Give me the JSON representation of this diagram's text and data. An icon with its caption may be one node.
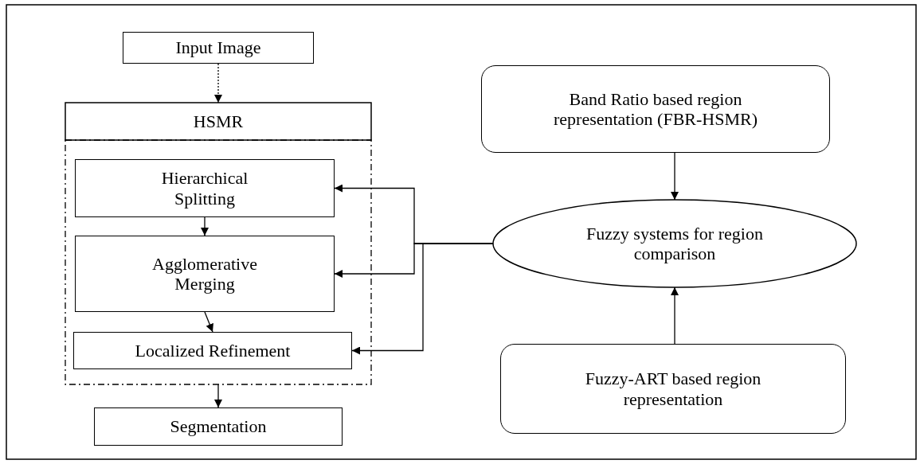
{
  "diagram": {
    "nodes": [
      {
        "text": [
          "Input Image"
        ]
      },
      {
        "text": [
          "HSMR"
        ]
      },
      {
        "text": [
          "Hierarchical Splitting"
        ],
        "in": 1
      },
      {
        "text": [
          "Agglomerative Merging"
        ],
        "in": 1
      },
      {
        "text": [
          "Localized Refinement"
        ],
        "in": 1
      },
      {
        "text": [
          "Segmentation"
        ]
      },
      {
        "text": [
          "Band Ratio based region representation (FBR-HSMR)"
        ]
      },
      {
        "text": [
          "Fuzzy systems for region comparison"
        ]
      },
      {
        "text": [
          "Fuzzy-ART based region representation"
        ]
      }
    ],
    "edges": [
      {
        "from": 0,
        "to": 1,
        "arrow": "to",
        "style": "dashed"
      },
      {
        "from": 2,
        "to": 3,
        "arrow": "to"
      },
      {
        "from": 3,
        "to": 4,
        "arrow": "to"
      },
      {
        "from": 1,
        "to": 5,
        "arrow": "to"
      },
      {
        "from": 6,
        "to": 7,
        "arrow": "to"
      },
      {
        "from": 8,
        "to": 7,
        "arrow": "to"
      },
      {
        "from": 7,
        "to": 2,
        "arrow": "to"
      },
      {
        "from": 7,
        "to": 3,
        "arrow": "to"
      },
      {
        "from": 7,
        "to": 4,
        "arrow": "to"
      }
    ]
  }
}
